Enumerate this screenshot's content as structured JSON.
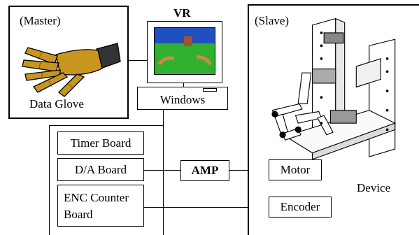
{
  "master": {
    "label": "(Master)",
    "glove_label": "Data Glove"
  },
  "vr": {
    "label": "VR",
    "os_label": "Windows"
  },
  "controller": {
    "timer": "Timer Board",
    "da": "D/A Board",
    "enc_line1": "ENC Counter",
    "enc_line2": "Board"
  },
  "amp": {
    "label": "AMP"
  },
  "slave": {
    "label": "(Slave)",
    "motor": "Motor",
    "encoder": "Encoder",
    "device": "Device"
  }
}
